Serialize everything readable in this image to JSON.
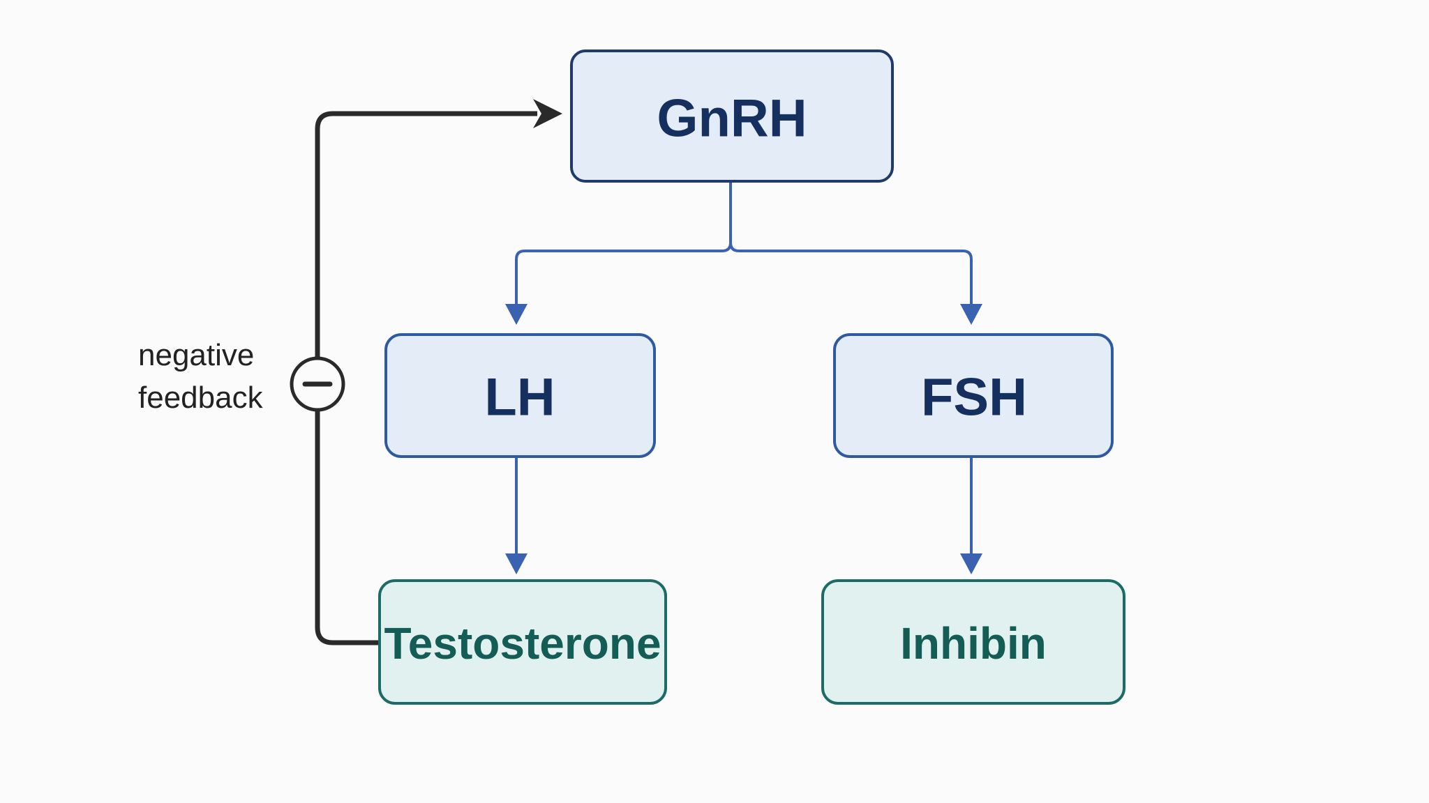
{
  "colors": {
    "background": "#fbfbfc",
    "hormone_fill": "#e4ecf8",
    "hormone_border": "#2f5aa0",
    "hormone_text": "#15305f",
    "product_fill": "#e0f1ef",
    "product_border": "#1d6b66",
    "product_text": "#145c56",
    "arrow_blue": "#3a62b0",
    "feedback_line": "#2a2a2a"
  },
  "nodes": {
    "gnrh": {
      "label": "GnRH"
    },
    "lh": {
      "label": "LH"
    },
    "fsh": {
      "label": "FSH"
    },
    "testosterone": {
      "label": "Testosterone"
    },
    "inhibin": {
      "label": "Inhibin"
    }
  },
  "feedback": {
    "label_line1": "negative",
    "label_line2": "feedback",
    "symbol": "minus-circle-icon"
  },
  "edges": [
    {
      "from": "GnRH",
      "to": "LH"
    },
    {
      "from": "GnRH",
      "to": "FSH"
    },
    {
      "from": "LH",
      "to": "Testosterone"
    },
    {
      "from": "FSH",
      "to": "Inhibin"
    },
    {
      "from": "Testosterone",
      "to": "GnRH",
      "type": "negative feedback"
    }
  ]
}
